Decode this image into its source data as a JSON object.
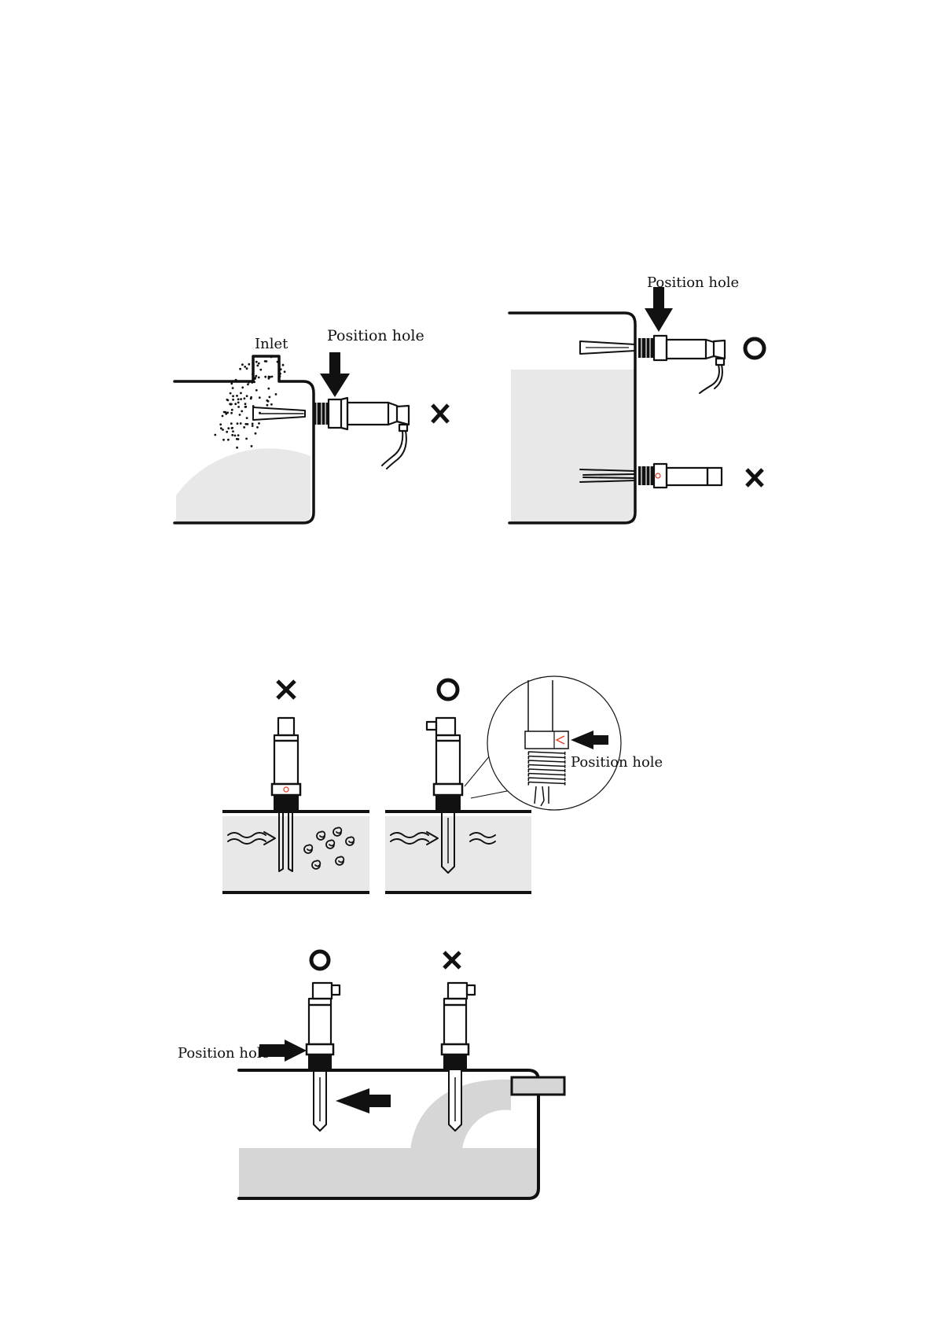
{
  "colors": {
    "ink": "#111111",
    "fill_gray": "#e8e8e8",
    "fill_gray_dark": "#d4d4d4",
    "mark_red": "#e03a1e"
  },
  "icons": {
    "wrong": "cross-mark-icon",
    "right": "circle-mark-icon",
    "arrow": "arrow-icon"
  },
  "fig1": {
    "inlet_label": "Inlet",
    "position_label": "Position hole"
  },
  "fig2": {
    "position_label": "Position hole"
  },
  "fig3": {
    "position_label": "Position hole"
  },
  "fig4": {
    "position_label": "Position hole"
  }
}
